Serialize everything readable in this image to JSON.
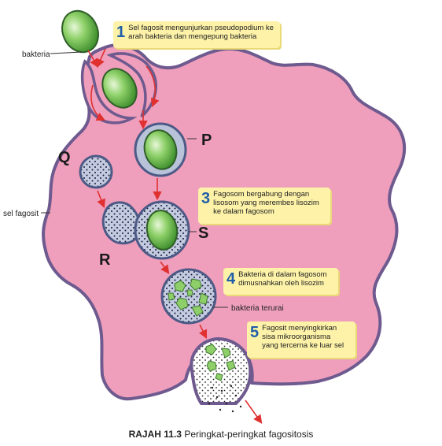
{
  "labels": {
    "bakteria": "bakteria",
    "sel_fagosit": "sel fagosit",
    "bakteria_terurai": "bakteria terurai",
    "P": "P",
    "Q": "Q",
    "R": "R",
    "S": "S"
  },
  "steps": [
    {
      "num": "1",
      "text": "Sel fagosit mengunjurkan pseudopodium ke\narah bakteria dan mengepung bakteria"
    },
    {
      "num": "3",
      "text": "Fagosom bergabung dengan\nlisosom yang merembes lisozim\nke dalam fagosom"
    },
    {
      "num": "4",
      "text": "Bakteria di dalam fagosom\ndimusnahkan oleh lisozim"
    },
    {
      "num": "5",
      "text": "Fagosit menyingkirkan\nsisa mikroorganisma\nyang tercerna ke luar sel"
    }
  ],
  "caption": {
    "bold": "RAJAH 11.3",
    "text": "Peringkat-peringkat fagositosis"
  },
  "colors": {
    "cell_fill": "#ef9fbc",
    "cell_border": "#6e5a8e",
    "bacteria": "#8fcf6a",
    "arrow": "#e03030",
    "vesicle": "#b8c3da",
    "callout": "#fdf2a8",
    "step_number": "#1f5fa8"
  }
}
